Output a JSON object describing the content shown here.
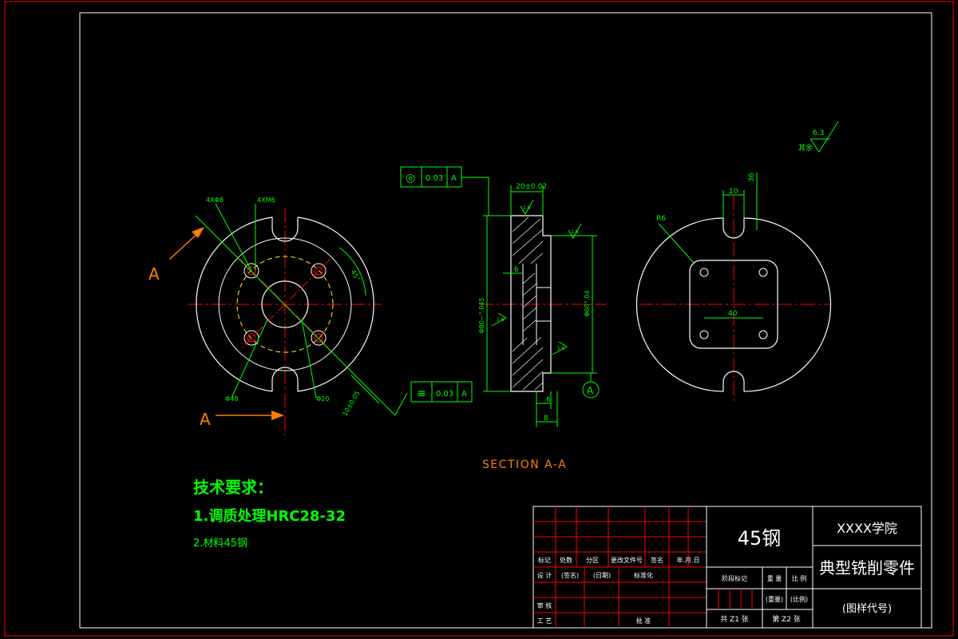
{
  "colors": {
    "background": "#000000",
    "sheet_border": "#ff0000",
    "outline": "#ffffff",
    "dimension": "#00ff00",
    "centerline": "#ff0000",
    "hidden": "#ffff00",
    "hatch": "#ffffff",
    "annotation": "#ff8000",
    "table_lines": "#ff0000",
    "table_text": "#ffffff",
    "title_text": "#00ff00"
  },
  "front_view": {
    "section_arrow_label_top": "A",
    "section_arrow_label_bottom": "A",
    "labels": {
      "holes_count_1": "4XΦ8",
      "holes_count_2": "4XM6",
      "angle": "45°",
      "diameter_small": "Φ20",
      "diameter_large": "Φ48",
      "dim_bolt": "10±0.05"
    },
    "tolerance_frame": {
      "symbol": "≡",
      "value": "0.03",
      "datum": "A"
    }
  },
  "section_view": {
    "title": "SECTION A-A",
    "tolerance_frame": {
      "symbol": "◎",
      "value": "0.03",
      "datum": "A"
    },
    "labels": {
      "width_top": "20±0.02",
      "dim_6_left": "6",
      "dim_6_bottom": "6",
      "dim_8_bottom": "8",
      "dia_outer": "Φ80−°.045",
      "dia_inner": "Φ60°.04",
      "roughness_1": "1.6",
      "roughness_2": "1.6",
      "roughness_3": "1.6",
      "roughness_4": "1.6",
      "datum": "A"
    }
  },
  "side_view": {
    "labels": {
      "width": "10",
      "height": "36",
      "radius": "R6",
      "center": "40"
    }
  },
  "surface_finish": {
    "value": "6.3",
    "note": "其余"
  },
  "tech_requirements": {
    "title": "技术要求：",
    "item1": "1.调质处理HRC28-32",
    "item2": "2.材料45钢"
  },
  "title_block": {
    "material": "45钢",
    "school": "XXXX学院",
    "part_name": "典型铣削零件",
    "drawing_no": "(图样代号)",
    "headers": [
      "标记",
      "处数",
      "分区",
      "更改文件号",
      "签名",
      "年.月.日"
    ],
    "design_row": [
      "设 计",
      "(签名)",
      "(日期)",
      "标准化"
    ],
    "review": "审 核",
    "process": "工 艺",
    "approve": "批 准",
    "stage_mark": "阶段标记",
    "weight": "重 量",
    "scale": "比 例",
    "weight_val": "(重量)",
    "scale_val": "(比例)",
    "total_sheets": "共 Z1 张",
    "sheet_no": "第 Z2 张"
  }
}
